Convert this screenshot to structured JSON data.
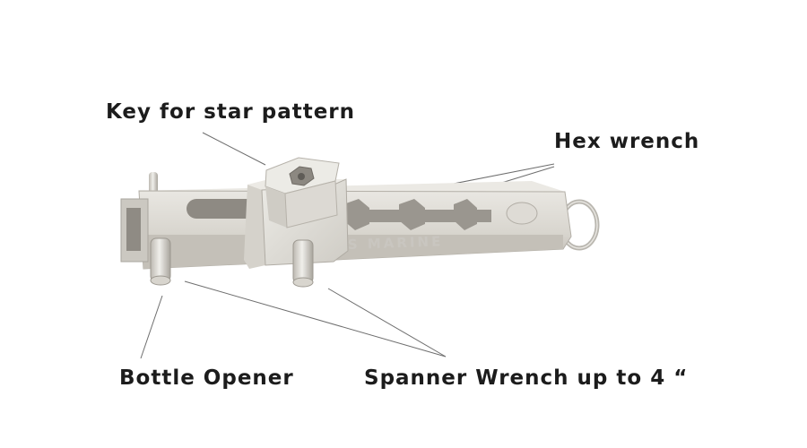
{
  "labels": {
    "key_star_pattern": "Key for star pattern",
    "hex_wrench": "Hex wrench",
    "bottle_opener": "Bottle Opener",
    "spanner_wrench": "Spanner Wrench up to 4 “"
  },
  "engraving": "S MARINE",
  "colors": {
    "text": "#1c1c1c",
    "leader_line": "#6e6e6e",
    "metal_light": "#e6e4df",
    "metal_mid": "#d2cfc8",
    "metal_dark": "#a9a59d"
  }
}
